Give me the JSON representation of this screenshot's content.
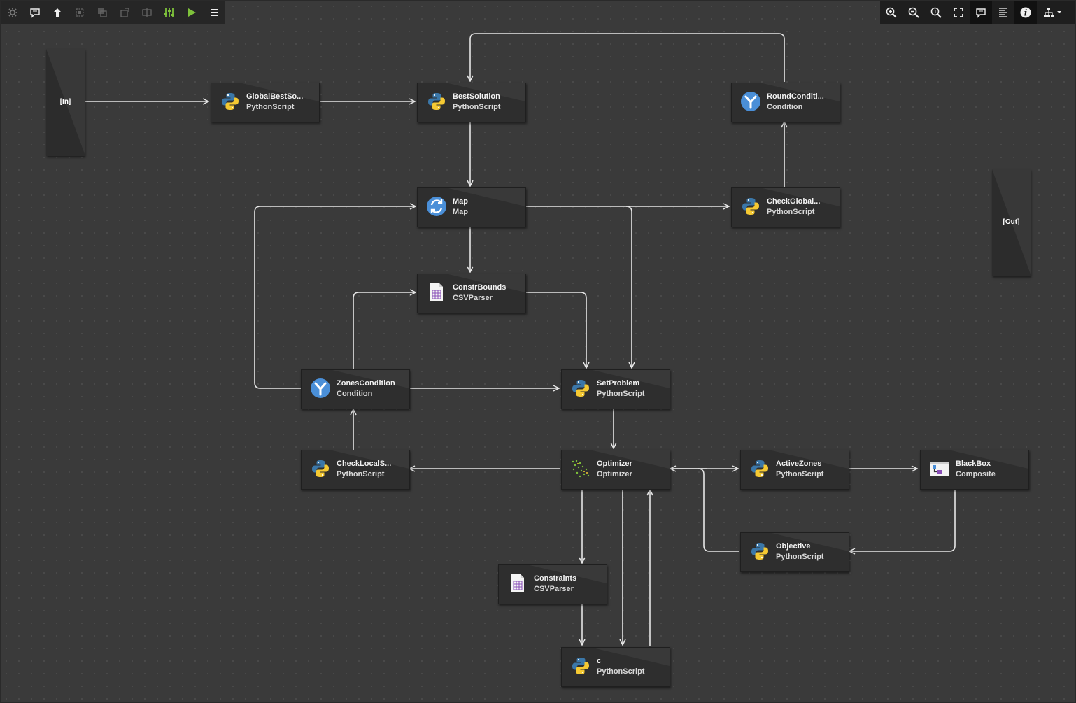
{
  "toolbar_left": [
    {
      "name": "settings-icon",
      "enabled": false
    },
    {
      "name": "comment-icon",
      "enabled": true
    },
    {
      "name": "arrow-up-icon",
      "enabled": true
    },
    {
      "name": "group-icon",
      "enabled": false
    },
    {
      "name": "layer-icon",
      "enabled": false
    },
    {
      "name": "export-icon",
      "enabled": false
    },
    {
      "name": "split-icon",
      "enabled": false
    },
    {
      "name": "sliders-icon",
      "enabled": true
    },
    {
      "name": "run-icon",
      "enabled": true
    },
    {
      "name": "menu-icon",
      "enabled": true
    }
  ],
  "toolbar_right": [
    "zoom-in-icon",
    "zoom-out-icon",
    "zoom-reset-icon",
    "fit-screen-icon",
    "comment-icon",
    "text-align-icon",
    "info-icon",
    "tree-layout-icon"
  ],
  "ports": {
    "in_label": "[In]",
    "out_label": "[Out]"
  },
  "nodes": {
    "global_best": {
      "title": "GlobalBestSo...",
      "type": "PythonScript",
      "icon": "python-icon"
    },
    "best_solution": {
      "title": "BestSolution",
      "type": "PythonScript",
      "icon": "python-icon"
    },
    "round_condition": {
      "title": "RoundConditi...",
      "type": "Condition",
      "icon": "condition-icon"
    },
    "map": {
      "title": "Map",
      "type": "Map",
      "icon": "map-icon"
    },
    "check_global": {
      "title": "CheckGlobal...",
      "type": "PythonScript",
      "icon": "python-icon"
    },
    "constr_bounds": {
      "title": "ConstrBounds",
      "type": "CSVParser",
      "icon": "csv-icon"
    },
    "zones_condition": {
      "title": "ZonesCondition",
      "type": "Condition",
      "icon": "condition-icon"
    },
    "set_problem": {
      "title": "SetProblem",
      "type": "PythonScript",
      "icon": "python-icon"
    },
    "check_local": {
      "title": "CheckLocalS...",
      "type": "PythonScript",
      "icon": "python-icon"
    },
    "optimizer": {
      "title": "Optimizer",
      "type": "Optimizer",
      "icon": "optimizer-icon"
    },
    "active_zones": {
      "title": "ActiveZones",
      "type": "PythonScript",
      "icon": "python-icon"
    },
    "black_box": {
      "title": "BlackBox",
      "type": "Composite",
      "icon": "composite-icon"
    },
    "objective": {
      "title": "Objective",
      "type": "PythonScript",
      "icon": "python-icon"
    },
    "constraints": {
      "title": "Constraints",
      "type": "CSVParser",
      "icon": "csv-icon"
    },
    "c": {
      "title": "c",
      "type": "PythonScript",
      "icon": "python-icon"
    }
  },
  "colors": {
    "canvas": "#3a3a3a",
    "node": "#2e2e2e",
    "edge": "#e6e6e6",
    "run": "#7ec13b",
    "python_blue": "#3b77a8",
    "python_yellow": "#f5c932",
    "condition": "#4a8fd8"
  }
}
